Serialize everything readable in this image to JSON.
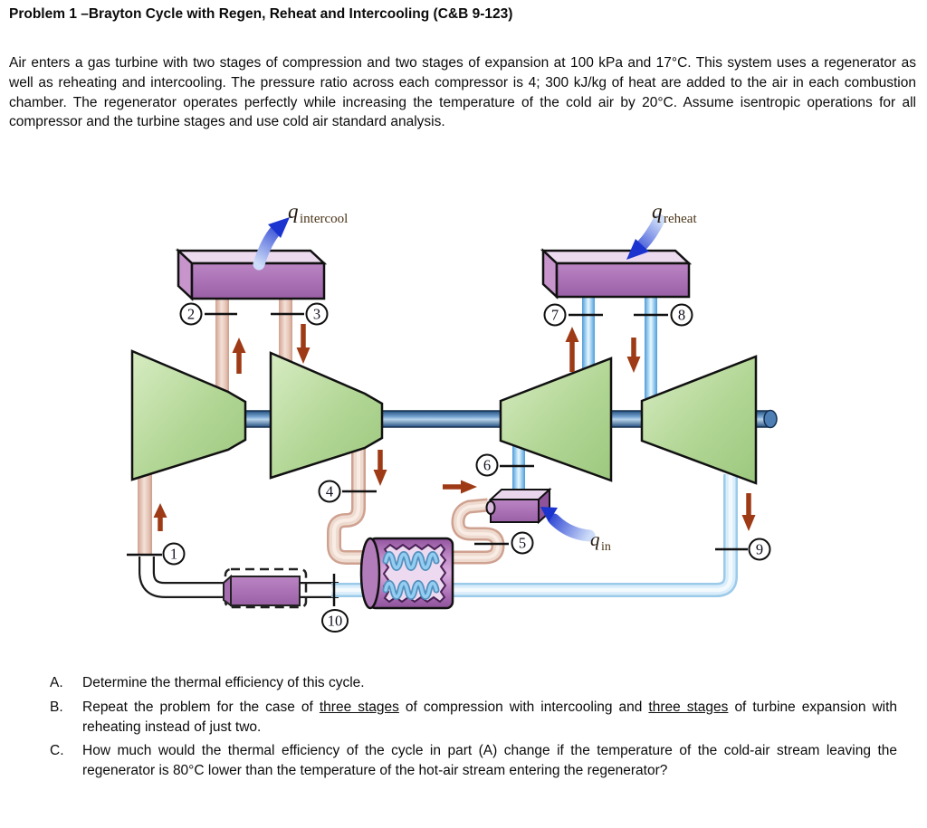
{
  "document": {
    "title": "Problem 1 –Brayton Cycle with Regen, Reheat and Intercooling (C&B 9-123)",
    "problem_statement": "Air enters a gas turbine with two stages of compression and two stages of expansion at 100 kPa and 17°C. This system uses a regenerator as well as reheating and intercooling.  The pressure ratio across each compressor is 4; 300 kJ/kg of heat are added to the air in each combustion chamber.  The regenerator operates perfectly while increasing the temperature of the cold air by 20°C. Assume isentropic operations for all compressor and the turbine stages and use cold air standard analysis.",
    "questions": {
      "a": {
        "label": "A.",
        "text": "Determine the thermal efficiency of this cycle."
      },
      "b": {
        "label": "B.",
        "part1": "Repeat the problem for the case of ",
        "underline1": "three stages",
        "part2": " of compression with intercooling and ",
        "underline2": "three stages",
        "part3": " of turbine expansion with reheating instead of just two."
      },
      "c": {
        "label": "C.",
        "text": "How much would the thermal efficiency of the cycle in part (A) change if the temperature of the cold-air stream leaving the regenerator is 80°C lower than the temperature of the hot-air stream entering the regenerator?"
      }
    }
  },
  "diagram": {
    "heat_labels": {
      "intercool": {
        "q": "q",
        "sub": "intercool"
      },
      "reheat": {
        "q": "q",
        "sub": "reheat"
      },
      "qin": {
        "q": "q",
        "sub": "in"
      }
    },
    "states": [
      "1",
      "2",
      "3",
      "4",
      "5",
      "6",
      "7",
      "8",
      "9",
      "10"
    ],
    "components": [
      "intercooler",
      "reheater",
      "compressor-stage-1",
      "compressor-stage-2",
      "turbine-stage-1",
      "turbine-stage-2",
      "combustion-chamber",
      "regenerator",
      "muffler",
      "shaft"
    ],
    "colors": {
      "compressor_turbine_green": "#aed393",
      "heat_exchanger_purple": "#a96fb3",
      "cold_air_pipe_pink": "#ecd5c9",
      "hot_gas_pipe_blue": "#9fd0ef",
      "exhaust_pipe_blue": "#cfe8f8",
      "flow_arrow_brown": "#9e3a16",
      "heat_arrow_blue": "#2038cc",
      "shaft_blue": "#3c6ea8"
    }
  }
}
